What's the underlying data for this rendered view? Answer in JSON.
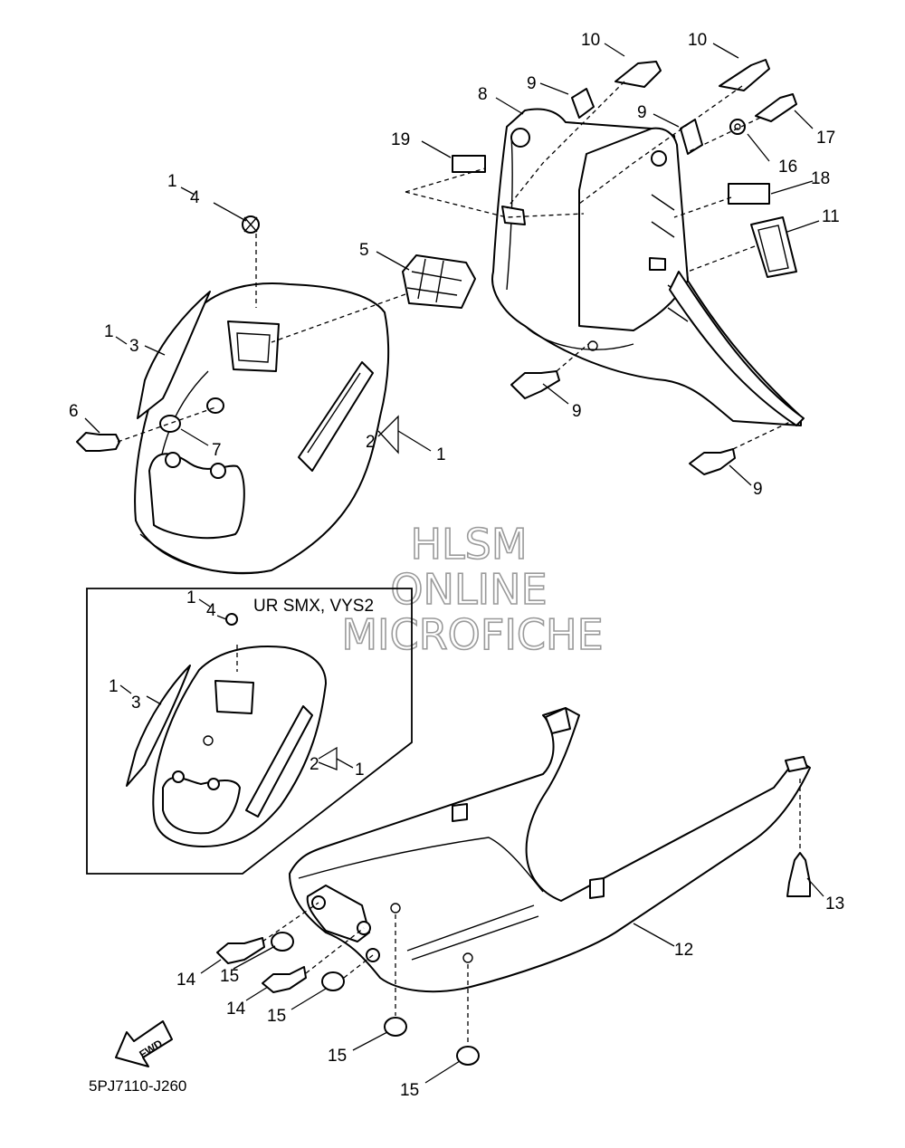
{
  "inset": {
    "title": "UR SMX, VYS2"
  },
  "footer": {
    "code": "5PJ7110-J260"
  },
  "fwd": {
    "label": "FWD"
  },
  "watermark": {
    "line1": "HLSM",
    "line2": "ONLINE",
    "line3": "MICROFICHE"
  },
  "callouts": [
    {
      "id": "c10a",
      "label": "10"
    },
    {
      "id": "c10b",
      "label": "10"
    },
    {
      "id": "c9a",
      "label": "9"
    },
    {
      "id": "c8",
      "label": "8"
    },
    {
      "id": "c9b",
      "label": "9"
    },
    {
      "id": "c19",
      "label": "19"
    },
    {
      "id": "c17",
      "label": "17"
    },
    {
      "id": "c16",
      "label": "16"
    },
    {
      "id": "c18",
      "label": "18"
    },
    {
      "id": "c11",
      "label": "11"
    },
    {
      "id": "c1a",
      "label": "1"
    },
    {
      "id": "c4a",
      "label": "4"
    },
    {
      "id": "c5",
      "label": "5"
    },
    {
      "id": "c1b",
      "label": "1"
    },
    {
      "id": "c3a",
      "label": "3"
    },
    {
      "id": "c6",
      "label": "6"
    },
    {
      "id": "c7",
      "label": "7"
    },
    {
      "id": "c2a",
      "label": "2"
    },
    {
      "id": "c1c",
      "label": "1"
    },
    {
      "id": "c9c",
      "label": "9"
    },
    {
      "id": "c9d",
      "label": "9"
    },
    {
      "id": "c1d",
      "label": "1"
    },
    {
      "id": "c4b",
      "label": "4"
    },
    {
      "id": "c1e",
      "label": "1"
    },
    {
      "id": "c3b",
      "label": "3"
    },
    {
      "id": "c2b",
      "label": "2"
    },
    {
      "id": "c1f",
      "label": "1"
    },
    {
      "id": "c13",
      "label": "13"
    },
    {
      "id": "c12",
      "label": "12"
    },
    {
      "id": "c14a",
      "label": "14"
    },
    {
      "id": "c15a",
      "label": "15"
    },
    {
      "id": "c14b",
      "label": "14"
    },
    {
      "id": "c15b",
      "label": "15"
    },
    {
      "id": "c15c",
      "label": "15"
    },
    {
      "id": "c15d",
      "label": "15"
    }
  ]
}
